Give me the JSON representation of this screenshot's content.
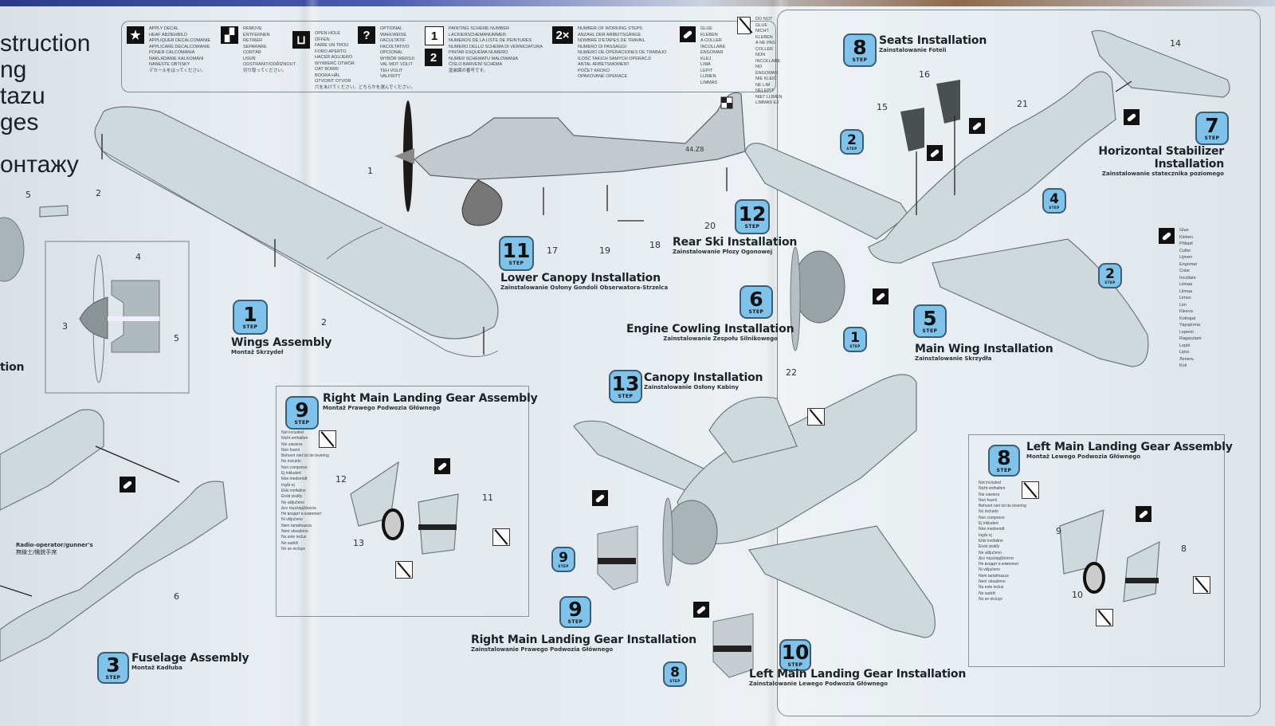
{
  "document": {
    "title_fragment": [
      "struction",
      "ng",
      "tazu",
      "ges",
      "онтажу"
    ],
    "left_partial_caption": "tion"
  },
  "legend": [
    {
      "icon": "star-decal-icon",
      "glyph": "★",
      "text": "APPLY DECAL\nHEAF ABZIEHBILD\nAPPLIQUER DECALCOMANIE\nAPPLICARE DECALCOMANIE\nPONER CALCOMANIA\nNAKLADANIE KALKOMANI\nNANESTE OBTISKY\nデカールをはってください。"
    },
    {
      "icon": "remove-icon",
      "glyph": "▞",
      "text": "REMOVE\nENTFERNEN\nRETIRER\nSEPARARE\nCORTAR\nUSUŃ\nODSTRANIT/ODŘÍZNOUT\n切り取ってください。"
    },
    {
      "icon": "open-hole-icon",
      "glyph": "⊔",
      "text": "OPEN HOLE\nÖFFEN\nFAIRE UN TROU\nFORO APERTO\nHACER AGUJERO\nWYWIERĆ OTWÓR\nOAT BORRI\nBOORA HÅL\nOTVORIT OTVOR\n穴をあけてください。どちらかを選んでください。"
    },
    {
      "icon": "optional-icon",
      "glyph": "?",
      "text": "OPTIONAL\nWAHLWEISE\nFACULTATIF\nFACOLTATIVO\nOPCIONAL\nWYBÓR WERSJI\nVAL MOT VOLIT\nTEH VOLIT\nVALFRITT"
    },
    {
      "icon": "painting-scheme-icon",
      "glyph": "1 2",
      "text": "PAINTING SCHEME NUMBER\nLACKIERSCHEMANUMMER\nNUMEROS DE LA LISTE DE PEINTURES\nNUMERO DELLO SCHEMA DI VERNICIATURA\nPINTAR ESQUEMA NUMERO\nNUMER SCHEMATU MALOWANIA\nČÍSLO BARVENÍ SCHÉMA\n塗装図の番号です。"
    },
    {
      "icon": "repeat-2x-icon",
      "glyph": "2×",
      "text": "NUMBER OF WORKING STEPS\nANZAHL DER ARBEITSGÄNGE\nNOMBRE D'ETAPES DE TRAVAIL\nNUMERO DI PASSAGGI\nNUMERO DE OPERACIONES DE TRABAJO\nILOŚĆ TAKICH SAMYCH OPERACJI\nANTAL ARBETSMOMENT\nPOČET KROKŮ\nOPAKOVANÉ OPERACE"
    },
    {
      "icon": "glue-icon",
      "glyph": "",
      "text": "GLUE\nKLEBEN\nA COLLER\nINCOLLARE\nENGOMAR\nKLEJ\nLIMA\nLEPIT\nLIJMEN\nLIMMAS"
    },
    {
      "icon": "do-not-glue-icon",
      "glyph": "",
      "text": "DO NOT GLUE\nNICHT KLEBEN\nA NE PAS COLLER\nNON INCOLLARE\nNO ENGOMAR\nNIE KLEIĆ\nNE LIM\nNELEPIT\nNIET LIJMEN\nLIMMAS EJ"
    }
  ],
  "steps": {
    "s1": {
      "number": "1",
      "label": "STEP",
      "title": "Wings Assembly",
      "subtitle": "Montaż Skrzydeł"
    },
    "s3": {
      "number": "3",
      "label": "STEP",
      "title": "Fuselage Assembly",
      "subtitle": "Montaż Kadłuba"
    },
    "s5": {
      "number": "5",
      "label": "STEP",
      "title": "Main Wing Installation",
      "subtitle": "Zainstalowanie Skrzydła"
    },
    "s6": {
      "number": "6",
      "label": "STEP",
      "title": "Engine Cowling Installation",
      "subtitle": "Zainstalowanie Zespołu Silnikowego"
    },
    "s7": {
      "number": "7",
      "label": "STEP",
      "title": "Horizontal Stabilizer Installation",
      "title_line1": "Horizontal Stabilizer",
      "title_line2": "Installation",
      "subtitle": "Zainstalowanie statecznika poziomego"
    },
    "s8seats": {
      "number": "8",
      "label": "STEP",
      "title": "Seats Installation",
      "subtitle": "Zainstalowanie Foteli"
    },
    "s8left": {
      "number": "8",
      "label": "STEP",
      "title": "Left Main Landing Gear Assembly",
      "subtitle": "Montaż Lewego Podwozia Głównego"
    },
    "s9right": {
      "number": "9",
      "label": "STEP",
      "title": "Right Main Landing Gear Assembly",
      "subtitle": "Montaż Prawego Podwozia Głównego"
    },
    "s9inst": {
      "number": "9",
      "label": "STEP",
      "title": "Right Main Landing Gear Installation",
      "subtitle": "Zainstalowanie Prawego Podwozia Głównego"
    },
    "s10": {
      "number": "10",
      "label": "STEP",
      "title": "Left Main Landing Gear Installation",
      "subtitle": "Zainstalowanie Lewego Podwozia Głównego"
    },
    "s11": {
      "number": "11",
      "label": "STEP",
      "title": "Lower Canopy Installation",
      "subtitle": "Zainstalowanie Osłony Gondoli Obserwatora-Strzelca"
    },
    "s12": {
      "number": "12",
      "label": "STEP",
      "title": "Rear Ski Installation",
      "subtitle": "Zainstalowanie Płozy Ogonowej"
    },
    "s13": {
      "number": "13",
      "label": "STEP",
      "title": "Canopy Installation",
      "subtitle": "Zainstalowanie Osłony Kabiny"
    }
  },
  "step_refs": {
    "r2a": "2",
    "r2b": "2",
    "r4": "4",
    "r1": "1",
    "r9": "9",
    "r8": "8"
  },
  "part_numbers": {
    "p1": "1",
    "p2a": "2",
    "p2b": "2",
    "p3": "3",
    "p4": "4",
    "p5a": "5",
    "p5b": "5",
    "p6": "6",
    "p8": "8",
    "p9": "9",
    "p10": "10",
    "p11": "11",
    "p12": "12",
    "p13": "13",
    "p14": "14",
    "p15": "15",
    "p16": "16",
    "p17": "17",
    "p18": "18",
    "p19": "19",
    "p20": "20",
    "p21": "21",
    "p22": "22"
  },
  "notes": {
    "radio_operator": "Radio-operator/gunner's",
    "radio_operator_jp": "無線士/機銃手席",
    "tail_code": "44.Z8"
  },
  "glue_materials": "Glue\nKleben\nPřilepit\nColler\nLijmen\nEngomar\nColar\nIncollare\nLiimaa\nLlimaa\nLimes\nLim\nKleeva\nKotingat\nYapıştırma\nLepenii\nRagasztani\nLepiti\nLipici\nЛепить\nKoil",
  "not_included_materials": "Not included\nNicht enthalten\nNie zawiera\nNon fourni\nBehoort niet tot de levering\nNo incluido\nNon compreso\nEj inkludert\nIkke medsendt\nIngår ej\nEkki innifalinn\nEivät sisälly\nNe uključeno\nΔεν περιλαμβάνεται\nНе входит в комплект\nNi vključeno\nNem tartalmazza\nNení obsaženo\nNu este inclus\nNe sadrži\nNo se incluye"
}
